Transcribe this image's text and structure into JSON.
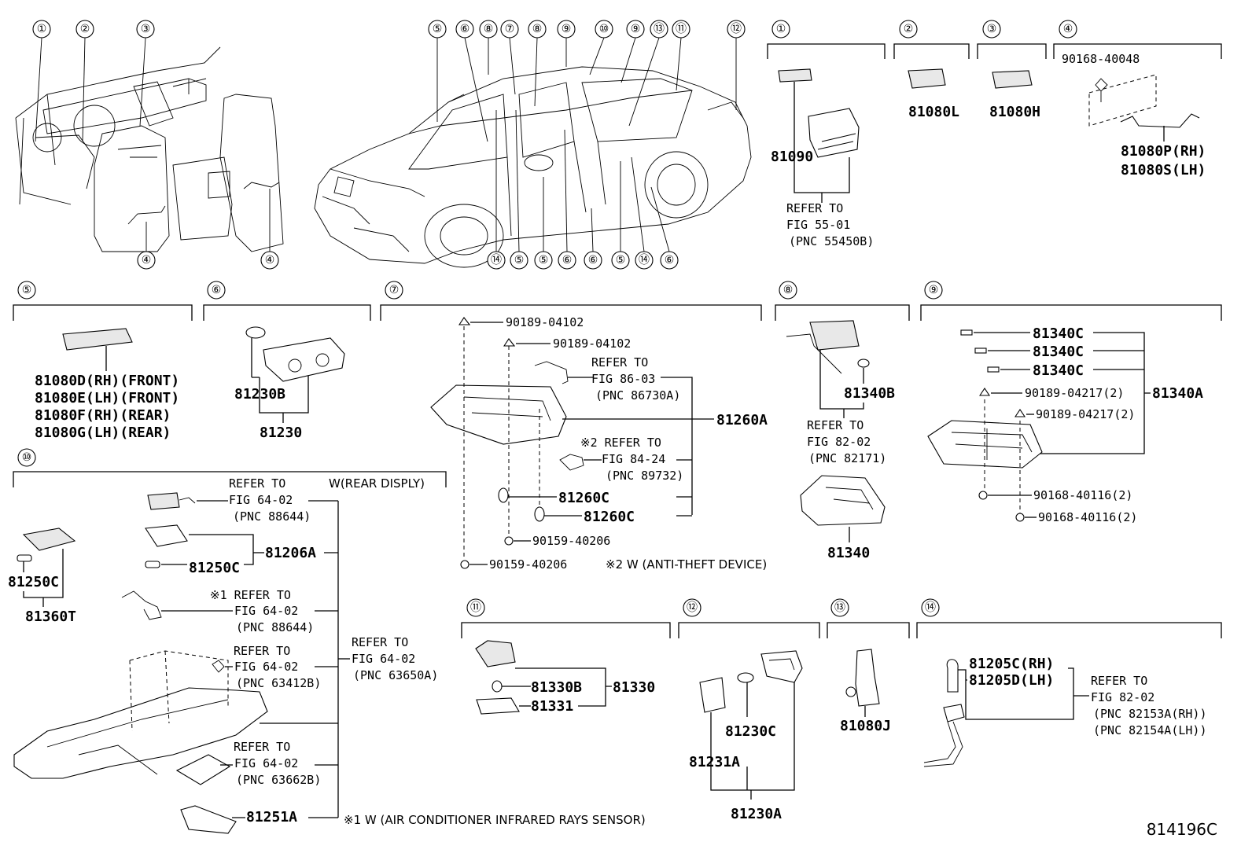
{
  "diagram_id": "814196C",
  "overview_callouts": {
    "dash": [
      "①",
      "②",
      "③",
      "④",
      "④"
    ],
    "car_top": [
      "⑤",
      "⑥",
      "⑧",
      "⑦",
      "⑧",
      "⑨",
      "⑩",
      "⑨",
      "⑬",
      "⑪",
      "⑫"
    ],
    "car_bottom": [
      "⑭",
      "⑤",
      "⑤",
      "⑥",
      "⑥",
      "⑤",
      "⑭",
      "⑥"
    ]
  },
  "sections": {
    "s1": {
      "num": "①",
      "part": "81090",
      "refer": [
        "REFER TO",
        "FIG  55-01",
        "(PNC 55450B)"
      ]
    },
    "s2": {
      "num": "②",
      "part": "81080L"
    },
    "s3": {
      "num": "③",
      "part": "81080H"
    },
    "s4": {
      "num": "④",
      "screw": "90168-40048",
      "parts": [
        "81080P(RH)",
        "81080S(LH)"
      ]
    },
    "s5": {
      "num": "⑤",
      "parts": [
        "81080D(RH)(FRONT)",
        "81080E(LH)(FRONT)",
        "81080F(RH)(REAR)",
        "81080G(LH)(REAR)"
      ]
    },
    "s6": {
      "num": "⑥",
      "parts": [
        "81230B",
        "81230"
      ]
    },
    "s7": {
      "num": "⑦",
      "clip1": "90189-04102",
      "clip2": "90189-04102",
      "refer1": [
        "REFER TO",
        "FIG  86-03",
        "(PNC 86730A)"
      ],
      "main": "81260A",
      "refer2": [
        "※2 REFER TO",
        "FIG  84-24",
        "(PNC 89732)"
      ],
      "bulb1": "81260C",
      "bulb2": "81260C",
      "screw1": "90159-40206",
      "screw2": "90159-40206",
      "note": "※2 W (ANTI-THEFT DEVICE)"
    },
    "s8": {
      "num": "⑧",
      "bulb": "81340B",
      "refer": [
        "REFER TO",
        "FIG  82-02",
        "(PNC 82171)"
      ],
      "part": "81340"
    },
    "s9": {
      "num": "⑨",
      "bulbs": [
        "81340C",
        "81340C",
        "81340C"
      ],
      "clips": [
        "90189-04217(2)",
        "90189-04217(2)"
      ],
      "screws": [
        "90168-40116(2)",
        "90168-40116(2)"
      ],
      "main": "81340A"
    },
    "s10": {
      "num": "⑩",
      "header_refer": "REFER TO",
      "header_note": "W(REAR DISPLY)",
      "ref_a": [
        "FIG  64-02",
        "(PNC 88644)"
      ],
      "main": "81206A",
      "bulb": "81250C",
      "ref_b": [
        "※1 REFER TO",
        "FIG  64-02",
        "(PNC 88644)"
      ],
      "ref_c": [
        "REFER TO",
        "FIG  64-02",
        "(PNC 63412B)"
      ],
      "ref_d": [
        "REFER TO",
        "FIG  64-02",
        "(PNC 63650A)"
      ],
      "ref_e": [
        "REFER TO",
        "FIG  64-02",
        "(PNC 63662B)"
      ],
      "lens": "81251A",
      "note": "※1  W  (AIR CONDITIONER INFRARED RAYS SENSOR)",
      "left_bulb": "81250C",
      "left_part": "81360T"
    },
    "s11": {
      "num": "⑪",
      "parts": [
        "81330B",
        "81331",
        "81330"
      ]
    },
    "s12": {
      "num": "⑫",
      "parts": [
        "81230C",
        "81231A",
        "81230A"
      ]
    },
    "s13": {
      "num": "⑬",
      "part": "81080J"
    },
    "s14": {
      "num": "⑭",
      "parts": [
        "81205C(RH)",
        "81205D(LH)"
      ],
      "refer": [
        "REFER TO",
        "FIG  82-02",
        "(PNC 82153A(RH))",
        "(PNC 82154A(LH))"
      ]
    }
  }
}
